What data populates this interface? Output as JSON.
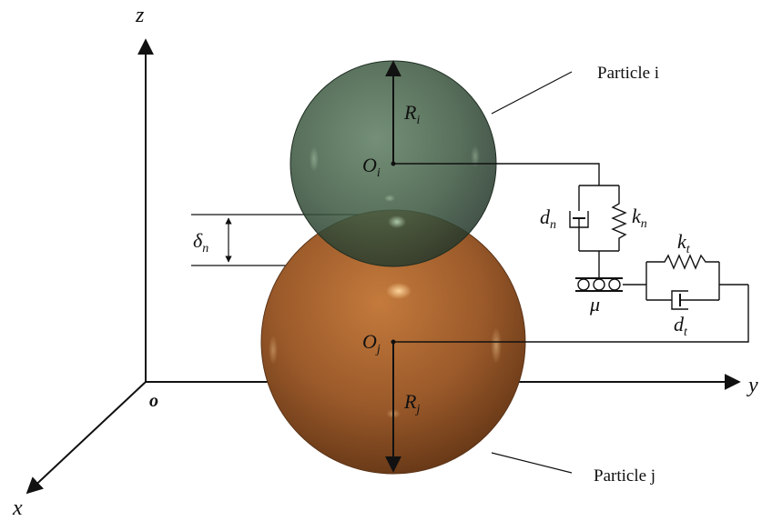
{
  "axes": {
    "z": "z",
    "y": "y",
    "x": "x",
    "origin": "o"
  },
  "particles": {
    "i": {
      "label": "Particle i",
      "center_label": "O",
      "center_sub": "i",
      "radius_label": "R",
      "radius_sub": "i",
      "color": "#3f5a43"
    },
    "j": {
      "label": "Particle j",
      "center_label": "O",
      "center_sub": "j",
      "radius_label": "R",
      "radius_sub": "j",
      "color": "#9b5a2a"
    }
  },
  "overlap": {
    "label": "δ",
    "sub": "n"
  },
  "contact_model": {
    "normal_damper": {
      "label": "d",
      "sub": "n"
    },
    "normal_spring": {
      "label": "k",
      "sub": "n"
    },
    "tangential_spring": {
      "label": "k",
      "sub": "t"
    },
    "tangential_damper": {
      "label": "d",
      "sub": "t"
    },
    "friction": "μ"
  }
}
